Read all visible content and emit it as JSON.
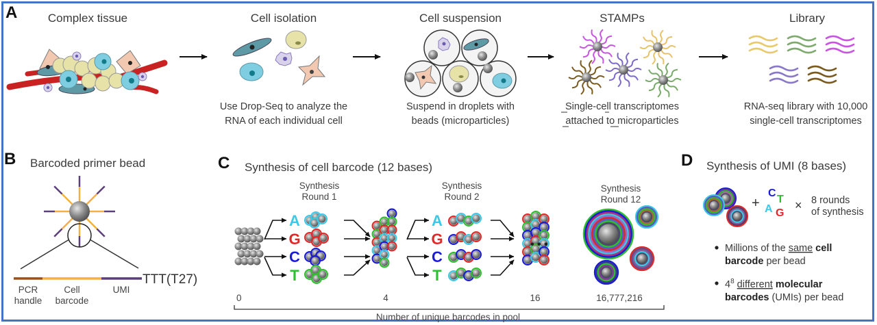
{
  "colors": {
    "frame": "#4472c4",
    "base_A": "#3cc8e6",
    "base_G": "#e02a2a",
    "base_C": "#1c1cd6",
    "base_T": "#2fbf2f",
    "pcr_handle": "#9c4f16",
    "cell_barcode": "#f4b042",
    "umi": "#5a3f7a",
    "vessel": "#cc2222",
    "bead": "#8a8a8a"
  },
  "panel_a": {
    "letter": "A",
    "steps": [
      {
        "title": "Complex tissue",
        "caption": []
      },
      {
        "title": "Cell isolation",
        "caption": [
          "Use Drop-Seq to analyze the",
          "RNA of each individual cell"
        ]
      },
      {
        "title": "Cell suspension",
        "caption": [
          "Suspend in droplets with",
          "beads (microparticles)"
        ]
      },
      {
        "title": "STAMPs",
        "caption": [
          "Single-cell transcriptomes",
          "attached to microparticles"
        ]
      },
      {
        "title": "Library",
        "caption": [
          "RNA-seq library with 10,000",
          "single-cell transcriptomes"
        ]
      }
    ],
    "stamp_colors": [
      "#c855e0",
      "#e8c26a",
      "#7b5a1e",
      "#7d6ac8",
      "#7aaa6a"
    ],
    "library_colors": [
      "#e8c96e",
      "#7faa6e",
      "#c855e0",
      "#8a78c8",
      "#7b5a1e"
    ]
  },
  "panel_b": {
    "letter": "B",
    "title": "Barcoded primer bead",
    "oligo_end_label": "TTT(T27)",
    "segments": [
      {
        "label_line1": "PCR",
        "label_line2": "handle"
      },
      {
        "label_line1": "Cell",
        "label_line2": "barcode"
      },
      {
        "label_line1": "UMI",
        "label_line2": ""
      }
    ]
  },
  "panel_c": {
    "letter": "C",
    "title": "Synthesis of cell barcode (12 bases)",
    "rounds": [
      {
        "line1": "Synthesis",
        "line2": "Round 1"
      },
      {
        "line1": "Synthesis",
        "line2": "Round 2"
      },
      {
        "line1": "Synthesis",
        "line2": "Round 12"
      }
    ],
    "bases": [
      "A",
      "G",
      "C",
      "T"
    ],
    "ellipsis": "• • •",
    "pool_counts": [
      "0",
      "4",
      "16",
      "16,777,216"
    ],
    "axis_label": "Number of unique barcodes in pool"
  },
  "panel_d": {
    "letter": "D",
    "title": "Synthesis of UMI (8 bases)",
    "plus": "+",
    "times": "×",
    "bases": [
      "C",
      "T",
      "A",
      "G"
    ],
    "rounds_line1": "8 rounds",
    "rounds_line2": "of synthesis",
    "bullet1": {
      "pre": "Millions of the ",
      "underlined": "same",
      "bold1": " cell",
      "line2_bold": "barcode",
      "line2_rest": " per bead"
    },
    "bullet2": {
      "base": "4",
      "exp": "8",
      "underlined": "different",
      "bold1": " molecular",
      "line2_bold": "barcodes",
      "line2_rest": " (UMIs) per bead"
    }
  }
}
